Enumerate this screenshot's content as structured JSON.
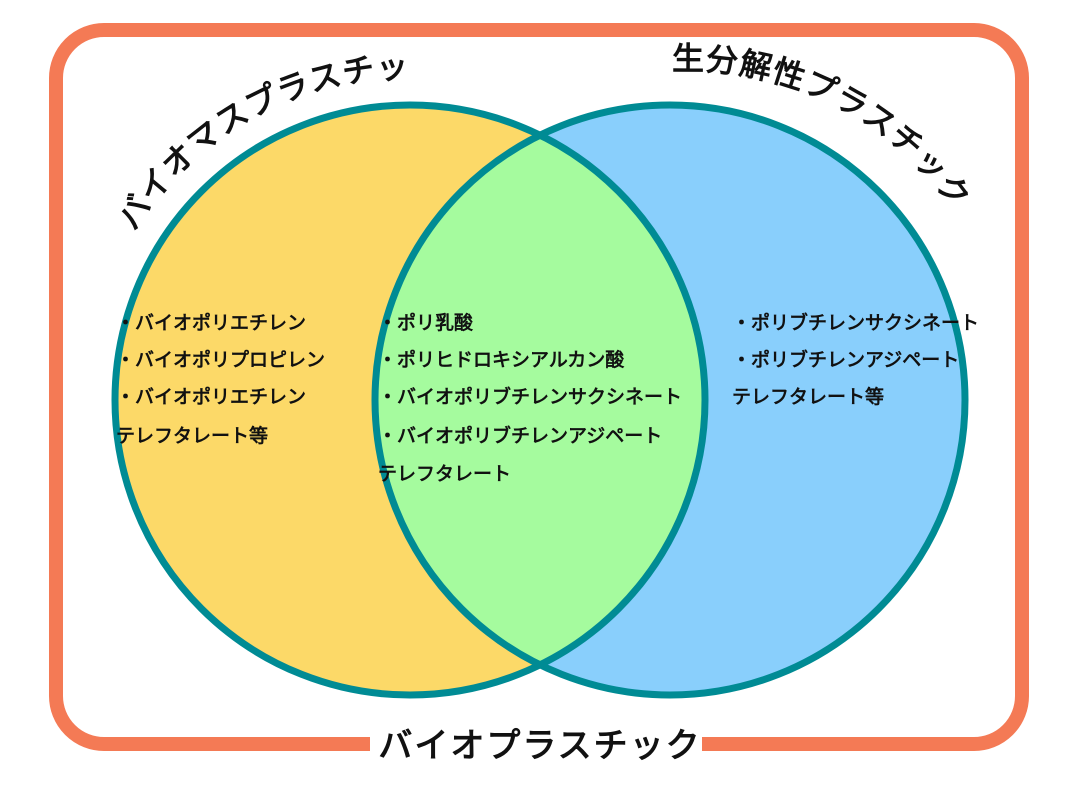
{
  "outer_label": "バイオプラスチック",
  "left_circle": {
    "title": "バイオマスプラスチック",
    "lines": [
      "・バイオポリエチレン",
      "・バイオポリプロピレン",
      "・バイオポリエチレン",
      "テレフタレート等"
    ]
  },
  "right_circle": {
    "title": "生分解性プラスチック",
    "lines": [
      "・ポリブチレンサクシネート",
      "・ポリブチレンアジペート",
      "テレフタレート等"
    ]
  },
  "intersection": {
    "lines": [
      "・ポリ乳酸",
      "・ポリヒドロキシアルカン酸",
      "・バイオポリブチレンサクシネート",
      "・バイオポリブチレンアジペート",
      "テレフタレート"
    ]
  },
  "colors": {
    "frame": "#F47A55",
    "circle_stroke": "#008B94",
    "left_fill": "#FCD968",
    "right_fill": "#89CFFC",
    "overlap_fill": "#A5FB9E"
  }
}
